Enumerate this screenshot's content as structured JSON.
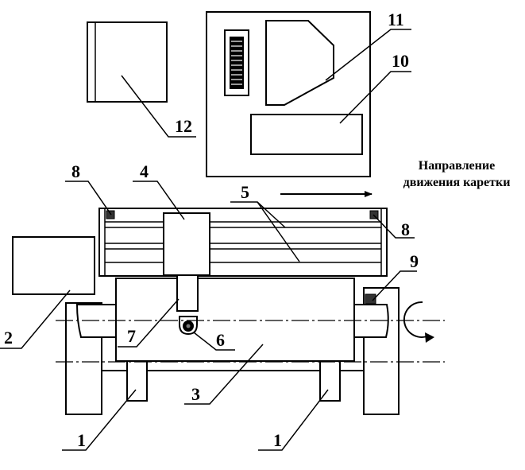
{
  "labels": {
    "l1a": "1",
    "l1b": "1",
    "l2": "2",
    "l3": "3",
    "l4": "4",
    "l5": "5",
    "l6": "6",
    "l7": "7",
    "l8a": "8",
    "l8b": "8",
    "l9": "9",
    "l10": "10",
    "l11": "11",
    "l12": "12"
  },
  "direction_caption": {
    "line1": "Направление",
    "line2": "движения каретки"
  }
}
